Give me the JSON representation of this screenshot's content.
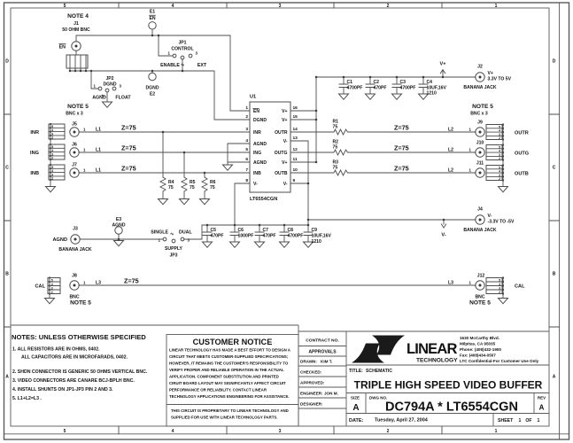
{
  "sheet": {
    "zones_top": [
      "5",
      "4",
      "3",
      "2",
      "1"
    ],
    "zones_side": [
      "D",
      "C",
      "B",
      "A"
    ]
  },
  "schematic": {
    "note4": "NOTE 4",
    "note5": "NOTE 5",
    "bnc_x3": "BNC x 3",
    "bracket_pins": [
      "5",
      "4",
      "3",
      "2"
    ],
    "rails": {
      "vplus": "V+",
      "vminus": "V-"
    },
    "j1": {
      "ref": "J1",
      "desc": "50 OHM BNC",
      "signal": "EN"
    },
    "e1": {
      "ref": "E1",
      "label": "EN"
    },
    "e2": {
      "label": "DGND",
      "ref": "E2"
    },
    "e3": {
      "ref": "E3",
      "label": "AGND"
    },
    "jp1": {
      "ref": "JP1",
      "name": "CONTROL",
      "pin1": "1",
      "pin2": "2",
      "pin3": "3",
      "opt1": "ENABLE",
      "opt3": "EXT"
    },
    "jp2": {
      "ref": "JP2",
      "name": "DGND",
      "pin1": "1",
      "pin2": "2",
      "pin3": "3",
      "opt1": "AGND",
      "opt3": "FLOAT"
    },
    "jp3": {
      "ref": "JP3",
      "name": "SUPPLY",
      "pin1": "1",
      "pin2": "2",
      "pin3": "3",
      "opt1": "SINGLE",
      "opt3": "DUAL"
    },
    "inputs": [
      {
        "signal": "INR",
        "ref": "J5",
        "pin": "1",
        "l": "L1",
        "z": "Z=75"
      },
      {
        "signal": "ING",
        "ref": "J6",
        "pin": "1",
        "l": "L1",
        "z": "Z=75"
      },
      {
        "signal": "INB",
        "ref": "J7",
        "pin": "1",
        "l": "L1",
        "z": "Z=75"
      }
    ],
    "term_resistors": [
      {
        "ref": "R4",
        "val": "75"
      },
      {
        "ref": "R5",
        "val": "75"
      },
      {
        "ref": "R6",
        "val": "75"
      }
    ],
    "outputs": [
      {
        "ref": "J9",
        "pin": "1",
        "l": "L2",
        "z": "Z=75",
        "signal": "OUTR",
        "r_ref": "R1",
        "r_val": "75"
      },
      {
        "ref": "J10",
        "pin": "1",
        "l": "L2",
        "z": "Z=75",
        "signal": "OUTG",
        "r_ref": "R2",
        "r_val": "75"
      },
      {
        "ref": "J11",
        "pin": "1",
        "l": "L2",
        "z": "Z=75",
        "signal": "OUTB",
        "r_ref": "R3",
        "r_val": "75"
      }
    ],
    "u1": {
      "ref": "U1",
      "part": "LT6554CGN",
      "left_pins": [
        {
          "num": "1",
          "name": "EN"
        },
        {
          "num": "2",
          "name": "DGND"
        },
        {
          "num": "3",
          "name": "INR"
        },
        {
          "num": "4",
          "name": "AGND"
        },
        {
          "num": "5",
          "name": "ING"
        },
        {
          "num": "6",
          "name": "AGND"
        },
        {
          "num": "7",
          "name": "INB"
        },
        {
          "num": "8",
          "name": "V-"
        }
      ],
      "right_pins": [
        {
          "num": "16",
          "name": "V+"
        },
        {
          "num": "15",
          "name": "V+"
        },
        {
          "num": "14",
          "name": "OUTR"
        },
        {
          "num": "13",
          "name": "V-"
        },
        {
          "num": "12",
          "name": "OUTG"
        },
        {
          "num": "11",
          "name": "V+"
        },
        {
          "num": "10",
          "name": "OUTB"
        },
        {
          "num": "9",
          "name": "V-"
        }
      ]
    },
    "vplus_caps": [
      {
        "ref": "C1",
        "val": "4700PF"
      },
      {
        "ref": "C2",
        "val": "470PF"
      },
      {
        "ref": "C3",
        "val": "4700PF"
      },
      {
        "ref": "C4",
        "val": "10UF,16V",
        "val2": "1210"
      }
    ],
    "vminus_caps": [
      {
        "ref": "C5",
        "val": "470PF"
      },
      {
        "ref": "C6",
        "val": "1000PF"
      },
      {
        "ref": "C7",
        "val": "470PF"
      },
      {
        "ref": "C8",
        "val": "4700PF"
      },
      {
        "ref": "C9",
        "val": "10UF,16V",
        "val2": "1210"
      }
    ],
    "j2": {
      "ref": "J2",
      "rail": "V+",
      "range": "3.3V TO 5V",
      "type": "BANANA JACK"
    },
    "j4": {
      "ref": "J4",
      "rail": "V-",
      "range": "-3.3V TO -5V",
      "type": "BANANA JACK"
    },
    "j3": {
      "ref": "J3",
      "signal": "AGND",
      "type": "BANANA JACK"
    },
    "cal": {
      "signal": "CAL",
      "left_ref": "J8",
      "right_ref": "J12",
      "pin": "1",
      "l": "L3",
      "z": "Z=75",
      "type": "BNC",
      "note": "NOTE 5"
    }
  },
  "notes": {
    "title": "NOTES:  UNLESS OTHERWISE SPECIFIED",
    "lines": [
      "1.   ALL RESISTORS ARE IN OHMS, 0402.",
      "ALL CAPACITORS ARE IN MICROFARADS, 0402.",
      "2.   SHDN CONNECTOR IS GENERIC 50 OHMS VERTICAL BNC.",
      "3.   VIDEO CONNECTORS ARE CANARE BCJ-BPLH  BNC.",
      "4.   INSTALL SHUNTS ON JP1-JP3 PIN 2 AND 3.",
      "5.   L1+L2=L3 ."
    ]
  },
  "notice": {
    "title": "CUSTOMER NOTICE",
    "lines": [
      "LINEAR TECHNOLOGY HAS MADE A BEST EFFORT TO DESIGN A",
      "CIRCUIT THAT MEETS CUSTOMER-SUPPLIED SPECIFICATIONS;",
      "HOWEVER, IT REMAINS THE CUSTOMER'S RESPONSIBILITY TO",
      "VERIFY PROPER AND RELIABLE OPERATION IN THE ACTUAL",
      "APPLICATION.  COMPONENT SUBSTITUTION AND PRINTED",
      "CIRUIT BOARD LAYOUT MAY SIGNIFICANTLY AFFECT CIRCUIT",
      "PERFORMANCE OR RELIABILITY.  CONTACT LINEAR",
      "TECHNOLOGY APPLICATIONS ENGINEERING FOR ASSISTANCE."
    ],
    "footer_lines": [
      "THIS CIRCUIT IS PROPRIETARY TO LINEAR TECHNOLOGY AND",
      "SUPPLIED FOR USE WITH LINEAR TECHNOLOGY PARTS."
    ]
  },
  "titleblock": {
    "contract_label": "CONTRACT NO.",
    "approvals_label": "APPROVALS",
    "rows": [
      {
        "label": "DRAWN:",
        "value": "KIM T."
      },
      {
        "label": "CHECKED:",
        "value": ""
      },
      {
        "label": "APPROVED:",
        "value": ""
      },
      {
        "label": "ENGINEER:",
        "value": "JON M."
      },
      {
        "label": "DESIGNER:",
        "value": ""
      }
    ],
    "company": {
      "name": "LINEAR",
      "name2": "TECHNOLOGY",
      "address1": "1630 McCarthy Blvd.",
      "address2": "Milpitas, CA 95035",
      "phone": "Phone: (408)432-1900",
      "fax": "Fax: (408)434-0507",
      "confidential": "LTC Confidential-For Customer Use Only"
    },
    "title_label": "TITLE:",
    "title_type": "SCHEMATIC",
    "title": "TRIPLE HIGH SPEED VIDEO BUFFER",
    "size_label": "SIZE",
    "size": "A",
    "dwg_label": "DWG NO.",
    "dwg_no": "DC794A * LT6554CGN",
    "rev_label": "REV",
    "rev": "A",
    "date_label": "DATE:",
    "date": "Tuesday, April 27, 2004",
    "sheet_label": "SHEET",
    "sheet_num": "1",
    "of_label": "OF",
    "sheet_total": "1"
  }
}
